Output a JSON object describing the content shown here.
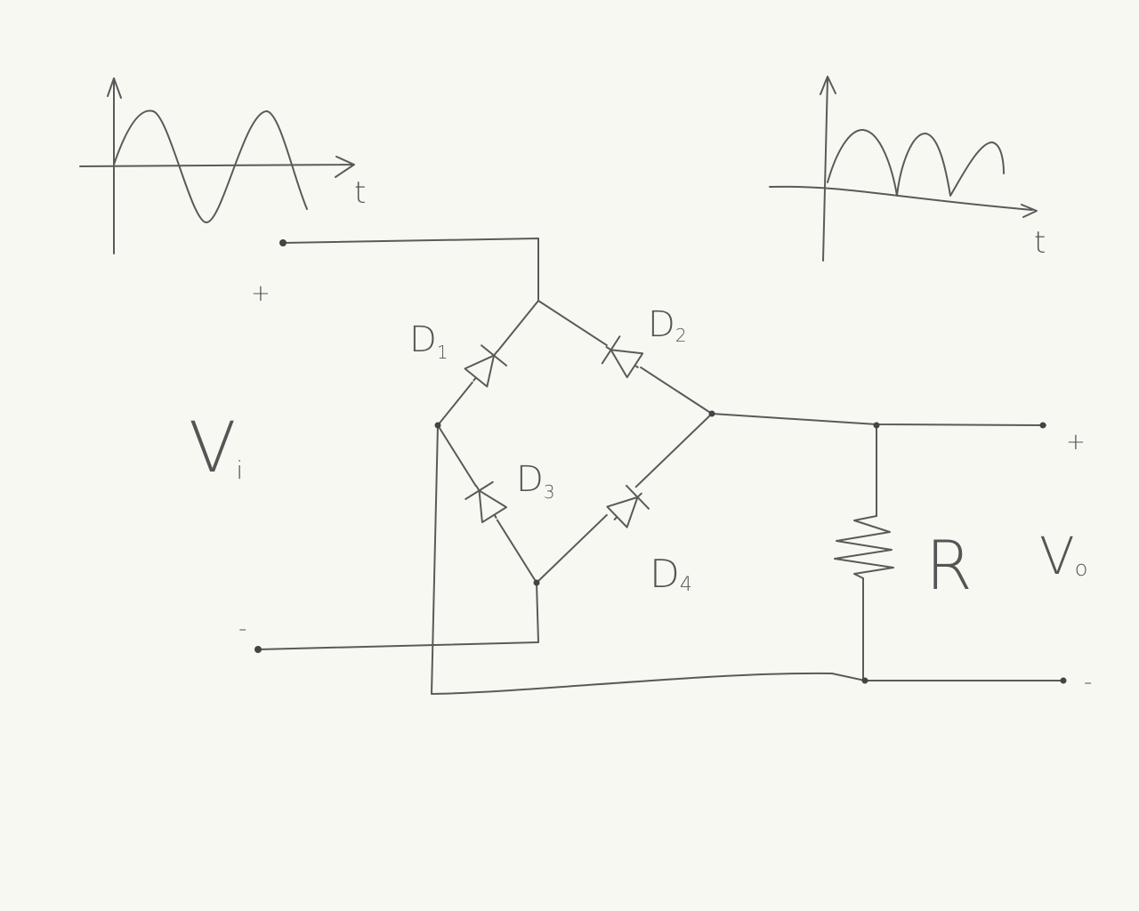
{
  "input_graph": {
    "axis_label": "t"
  },
  "output_graph": {
    "axis_label": "t"
  },
  "input": {
    "label_main": "V",
    "label_sub": "i",
    "plus": "+",
    "minus": "-"
  },
  "diodes": [
    {
      "label_main": "D",
      "label_sub": "1"
    },
    {
      "label_main": "D",
      "label_sub": "2"
    },
    {
      "label_main": "D",
      "label_sub": "3"
    },
    {
      "label_main": "D",
      "label_sub": "4"
    }
  ],
  "load": {
    "resistor_label": "R"
  },
  "output": {
    "label_main": "V",
    "label_sub": "o",
    "plus": "+",
    "minus": "-"
  }
}
